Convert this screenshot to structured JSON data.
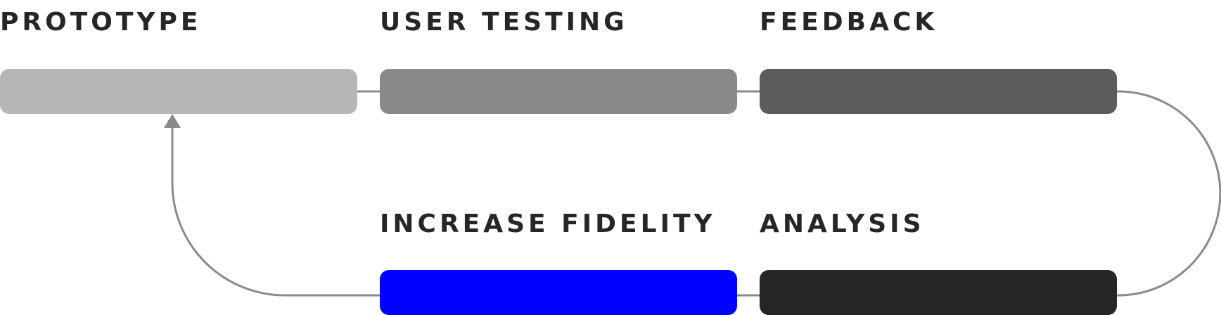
{
  "stages": [
    {
      "label": "PROTOTYPE",
      "color": "#b6b6b6"
    },
    {
      "label": "USER TESTING",
      "color": "#8a8a8a"
    },
    {
      "label": "FEEDBACK",
      "color": "#5c5c5c"
    },
    {
      "label": "INCREASE FIDELITY",
      "color": "#0000ff"
    },
    {
      "label": "ANALYSIS",
      "color": "#262626"
    }
  ],
  "connector_color": "#8a8a8a",
  "arrow_target": "PROTOTYPE"
}
